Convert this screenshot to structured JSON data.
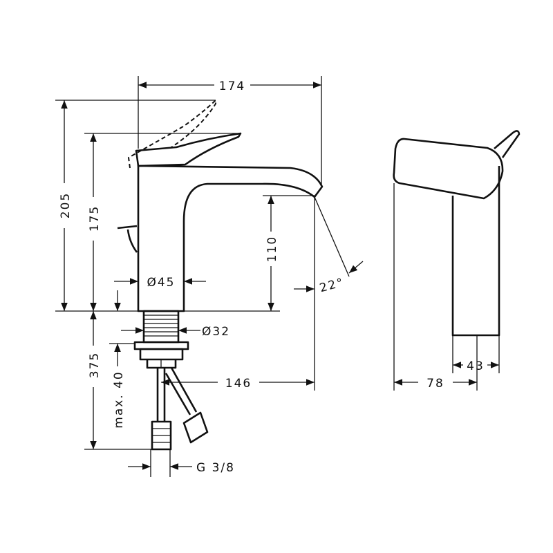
{
  "dimensions": {
    "width_total": "174",
    "height_lever_open": "205",
    "height_lever": "175",
    "spout_height": "110",
    "body_diameter": "Ø45",
    "lever_angle": "22°",
    "shank_diameter": "Ø32",
    "hose_length": "375",
    "max_thickness": "max. 40",
    "spout_reach": "146",
    "connection_thread": "G 3/8",
    "side_depth": "78",
    "side_body_width": "43"
  },
  "colors": {
    "line": "#111111",
    "background": "#ffffff"
  }
}
